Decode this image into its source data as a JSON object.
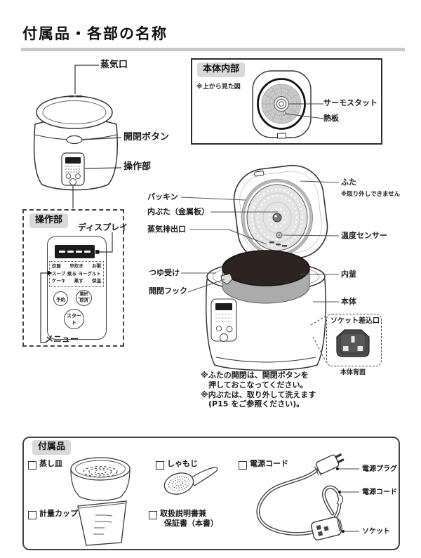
{
  "title": "付属品・各部の名称",
  "front_view": {
    "steam_vent": "蒸気口",
    "open_button": "開閉ボタン",
    "panel": "操作部"
  },
  "inside": {
    "heading": "本体内部",
    "note": "※上から見た図",
    "thermostat": "サーモスタット",
    "heat_plate": "熱板"
  },
  "panel_detail": {
    "heading": "操作部",
    "display": "ディスプレイ",
    "menu": "メニュー",
    "rows": [
      [
        "炊飯",
        "早炊き",
        "お粥"
      ],
      [
        "スープ",
        "煮る",
        "ヨーグルト"
      ],
      [
        "ケーキ",
        "蒸す",
        "保温"
      ]
    ],
    "btn_reserve": "予約",
    "btn_select": "選択",
    "btn_cancel": "取消",
    "btn_start": "スタート"
  },
  "parts": {
    "packing": "パッキン",
    "inner_lid": "内ぶた（金属板）",
    "steam_outlet": "蒸気排出口",
    "drip": "つゆ受け",
    "hook": "開閉フック",
    "lid": "ふた",
    "lid_note": "※取り外しできません",
    "sensor": "温度センサー",
    "pot": "内釜",
    "body": "本体"
  },
  "socket": {
    "heading": "ソケット差込口",
    "caption": "本体背面"
  },
  "notes": [
    "※ふたの開閉は、開閉ボタンを",
    "押しておこなってください。",
    "※内ぶたは、取り外して洗えます",
    "(P15 をご参照ください)。"
  ],
  "accessories": {
    "heading": "付属品",
    "steam_plate": "蒸し皿",
    "paddle": "しゃもじ",
    "cord": "電源コード",
    "cup": "計量カップ",
    "manual1": "取扱説明書兼",
    "manual2": "保証書（本書）",
    "plug_label": "電源プラグ",
    "cord_label": "電源コード",
    "socket_label": "ソケット"
  },
  "colors": {
    "line": "#333333",
    "label_bg": "#d9d9d9",
    "title_rule": "#c8c8c8",
    "pot_dark": "#2d2422",
    "heat_plate_gray": "#c9c9c9",
    "metal_lid_gray": "#e4e4e4",
    "inlet_dark": "#4c4c4c"
  }
}
